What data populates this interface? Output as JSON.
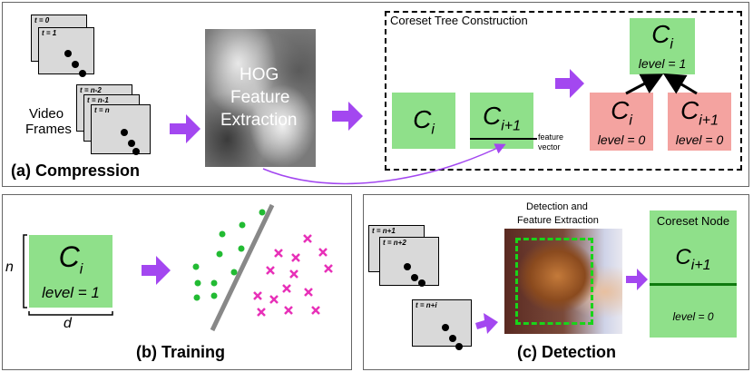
{
  "compression": {
    "caption": "(a) Compression",
    "frames_label_line1": "Video",
    "frames_label_line2": "Frames",
    "frames_top": [
      "t = 0",
      "t = 1"
    ],
    "frames_bottom": [
      "t = n-2",
      "t = n-1",
      "t = n"
    ],
    "hog_line1": "HOG",
    "hog_line2": "Feature",
    "hog_line3": "Extraction",
    "tree_title": "Coreset Tree Construction",
    "feature_vector_line1": "feature",
    "feature_vector_line2": "vector",
    "node_ci": "C",
    "node_ci_sub": "i",
    "node_ci1_sub": "i+1",
    "level1": "level = 1",
    "level0": "level = 0"
  },
  "training": {
    "caption": "(b) Training",
    "n_label": "n",
    "d_label": "d",
    "node_c": "C",
    "node_sub": "i",
    "level": "level = 1"
  },
  "detection": {
    "caption": "(c) Detection",
    "frames_top": [
      "t = n+1",
      "t = n+2"
    ],
    "frame_bottom": "t = n+i",
    "det_line1": "Detection and",
    "det_line2": "Feature Extraction",
    "coreset_title": "Coreset Node",
    "node_c": "C",
    "node_sub": "i+1",
    "level": "level = 0"
  },
  "colors": {
    "green": "#8fe08a",
    "red": "#f4a3a0",
    "purple_arrow": "#a347f0",
    "dashed_green": "#19d419",
    "scatter_green": "#22bb33",
    "scatter_pink": "#e830b8"
  }
}
